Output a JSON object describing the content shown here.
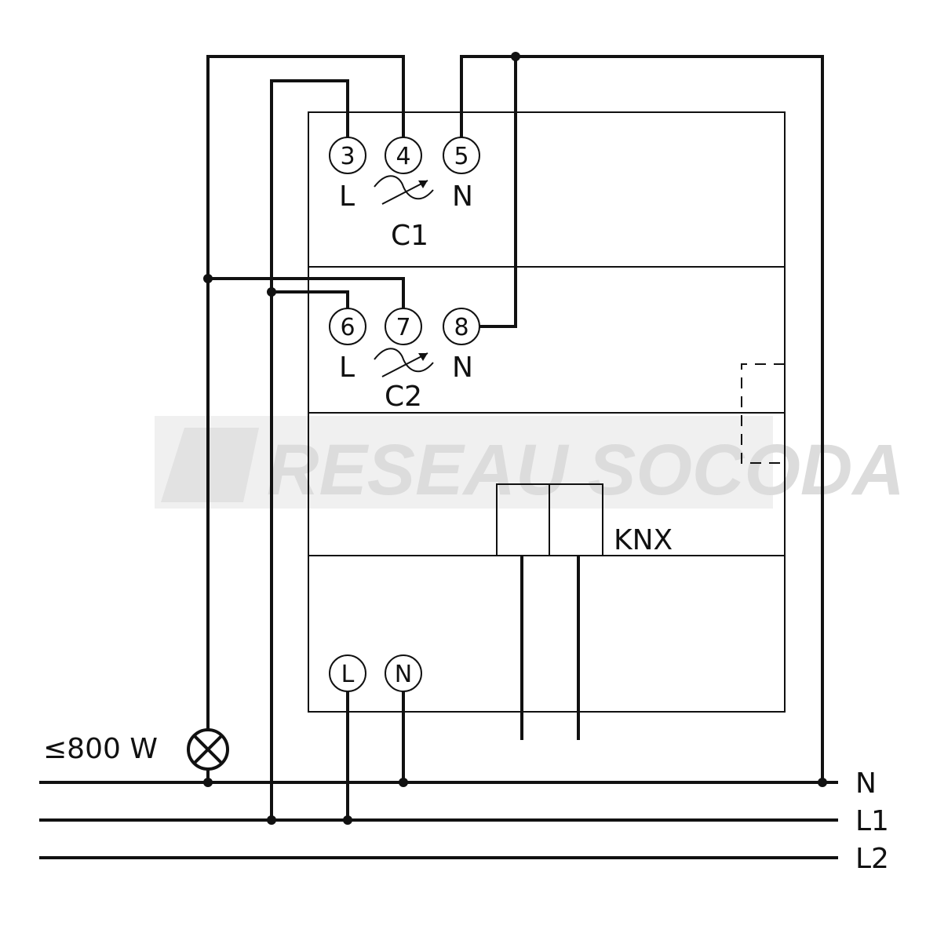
{
  "watermark": {
    "text": "RESEAU SOCODA"
  },
  "device": {
    "channel1": {
      "terminals": [
        "3",
        "4",
        "5"
      ],
      "labels": {
        "l": "L",
        "n": "N"
      },
      "name": "C1"
    },
    "channel2": {
      "terminals": [
        "6",
        "7",
        "8"
      ],
      "labels": {
        "l": "L",
        "n": "N"
      },
      "name": "C2"
    },
    "bus": {
      "label": "KNX"
    },
    "supply": {
      "terminals": [
        "L",
        "N"
      ]
    }
  },
  "load": {
    "rating": "≤800 W"
  },
  "lines": [
    "N",
    "L1",
    "L2"
  ],
  "colors": {
    "ink": "#111111",
    "watermark": "#dcdcdc"
  }
}
